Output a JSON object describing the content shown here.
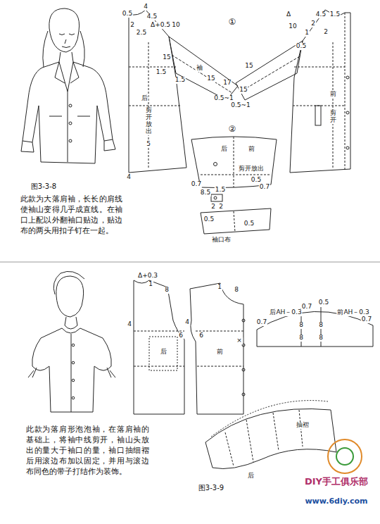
{
  "diagram": {
    "labels": [
      "①",
      "0.5",
      "4",
      "4.5",
      "Δ+0.5",
      "10",
      "2",
      "2.5",
      "15",
      "袖",
      "1.5",
      "1.5",
      "15",
      "17",
      "0.5~1",
      "后",
      "剪开放出",
      "5",
      "4",
      "Δ",
      "4.5",
      "1.5",
      "10",
      "2",
      "1",
      "2",
      "0.5",
      "15",
      "15",
      "0.5~1",
      "前",
      "剪开",
      "②",
      "后",
      "前",
      "剪开放出",
      "0.5",
      "0.7",
      "8.5",
      "1.5",
      "0.7",
      "2",
      "2",
      "0.5",
      "0.5",
      "袖口布",
      "图3-3-8",
      "此款为大落肩袖，长长的肩线使袖山变得几乎成直线。在袖口上配以外翻袖口贴边，贴边布的两头用扣子钉在一起。",
      "Δ+0.3",
      "1",
      "8",
      "1",
      "8",
      "4",
      "4",
      "6",
      "6",
      "后",
      "×",
      "前",
      "后AH－0.3",
      "0.7",
      "0.5",
      "前AH－0.3",
      "0.7",
      "0.7",
      "8",
      "8",
      "8",
      "8",
      "抽褶",
      "后",
      "图3-3-9",
      "此款为落肩形泡泡袖，在落肩袖的基础上，将袖中线剪开，袖山头放出的量大于袖口的量，袖口抽细褶后用滚边布加以固定，并用与滚边布同色的带子打结作为装饰。",
      "DIY手工俱乐部",
      "www.6diy.com"
    ]
  }
}
